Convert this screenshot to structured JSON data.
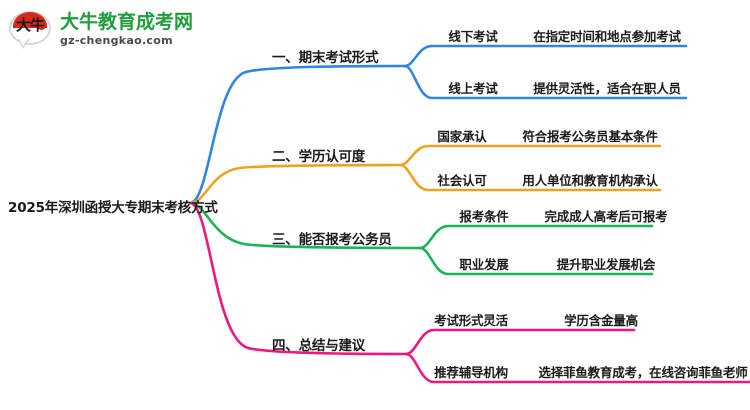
{
  "logo": {
    "mark_text": "大牛",
    "name_cn": "大牛教育成考网",
    "name_en": "gz-chengkao.com",
    "brand_green": "#1f9d3a",
    "brand_red": "#d9291c"
  },
  "root": {
    "title": "2025年深圳函授大专期末考核方式"
  },
  "branches": [
    {
      "color": "#2f86e0",
      "label": "一、期末考试形式",
      "children": [
        {
          "label": "线下考试",
          "desc": "在指定时间和地点参加考试"
        },
        {
          "label": "线上考试",
          "desc": "提供灵活性，适合在职人员"
        }
      ]
    },
    {
      "color": "#efa21e",
      "label": "二、学历认可度",
      "children": [
        {
          "label": "国家承认",
          "desc": "符合报考公务员基本条件"
        },
        {
          "label": "社会认可",
          "desc": "用人单位和教育机构承认"
        }
      ]
    },
    {
      "color": "#19b359",
      "label": "三、能否报考公务员",
      "children": [
        {
          "label": "报考条件",
          "desc": "完成成人高考后可报考"
        },
        {
          "label": "职业发展",
          "desc": "提升职业发展机会"
        }
      ]
    },
    {
      "color": "#f0187d",
      "label": "四、总结与建议",
      "children": [
        {
          "label": "考试形式灵活",
          "desc": "学历含金量高"
        },
        {
          "label": "推荐辅导机构",
          "desc": "选择菲鱼教育成考，在线咨询菲鱼老师"
        }
      ]
    }
  ]
}
